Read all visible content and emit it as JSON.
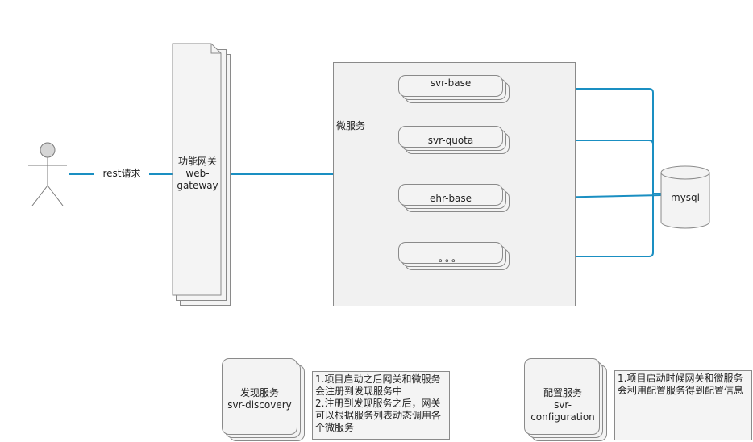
{
  "actor": {
    "request_label": "rest请求"
  },
  "gateway": {
    "label_line1": "功能网关",
    "label_line2": "web-",
    "label_line3": "gateway"
  },
  "microservices": {
    "title": "微服务",
    "services": [
      "svr-base",
      "svr-quota",
      "ehr-base",
      "。。。"
    ]
  },
  "database": {
    "label": "mysql"
  },
  "discovery": {
    "label_line1": "发现服务",
    "label_line2": "svr-discovery",
    "note": "1.项目启动之后网关和微服务会注册到发现服务中\n2.注册到发现服务之后，网关可以根据服务列表动态调用各个微服务"
  },
  "configuration": {
    "label_line1": "配置服务",
    "label_line2": "svr-configuration",
    "note": "1.项目启动时候网关和微服务会利用配置服务得到配置信息"
  },
  "colors": {
    "connector": "#1a8fc2",
    "outline": "#8a8a8a",
    "fill": "#f3f3f3"
  }
}
